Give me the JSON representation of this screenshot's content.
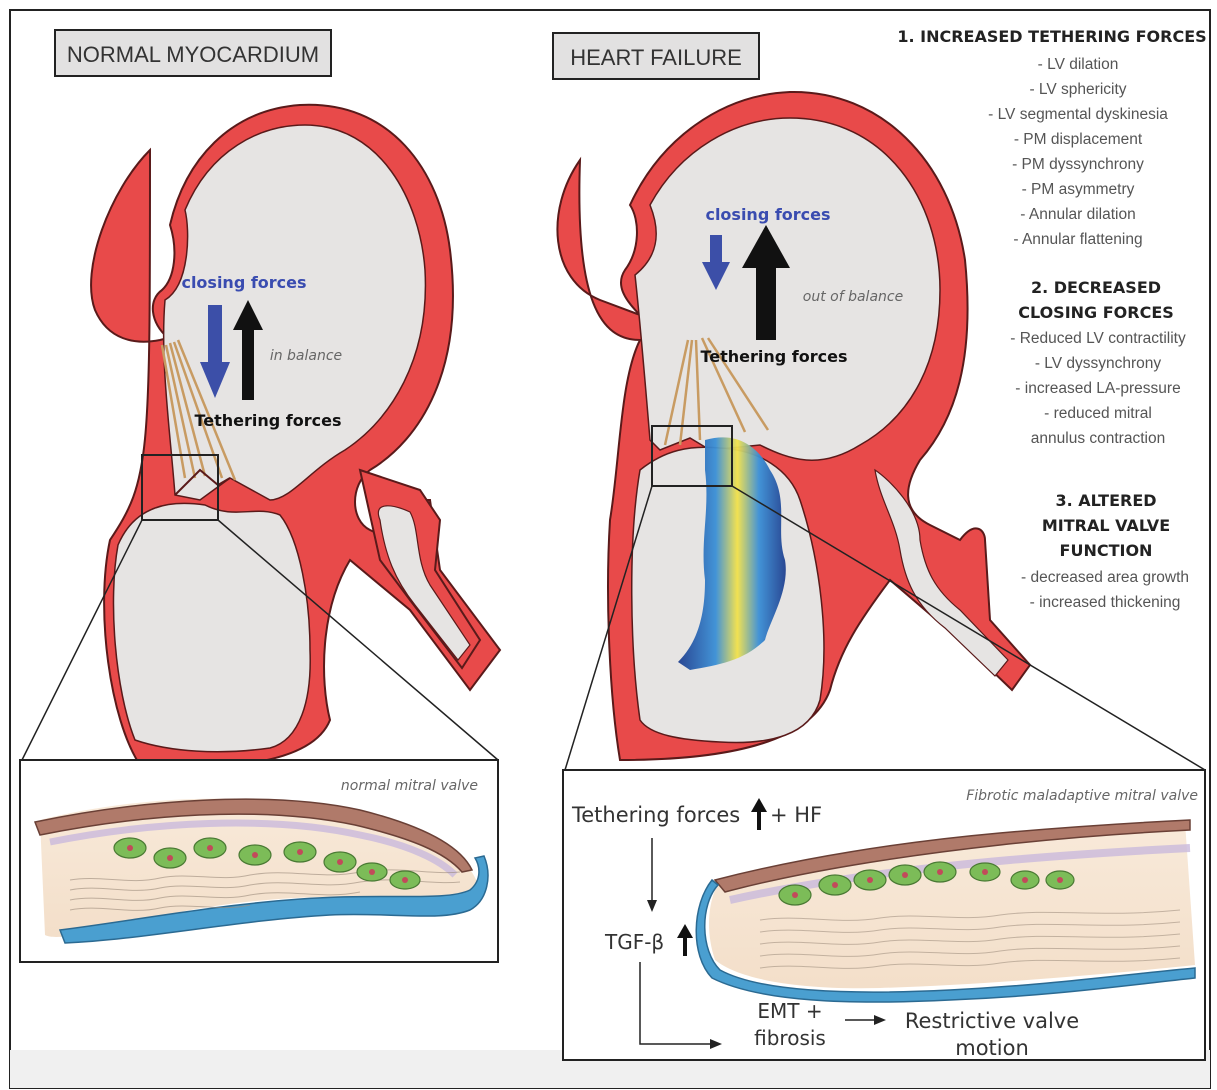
{
  "panels": {
    "normal": {
      "title": "NORMAL MYOCARDIUM",
      "closing_label": "closing forces",
      "tethering_label": "Tethering forces",
      "balance_label": "in balance",
      "inset_caption": "normal mitral valve"
    },
    "failure": {
      "title": "HEART FAILURE",
      "closing_label": "closing forces",
      "tethering_label": "Tethering forces",
      "balance_label": "out of balance",
      "inset_caption": "Fibrotic maladaptive mitral valve",
      "flow": {
        "step1": "Tethering forces",
        "step1_suffix": "+ HF",
        "step2": "TGF-β",
        "step3_line1": "EMT +",
        "step3_line2": "fibrosis",
        "step4_line1": "Restrictive valve",
        "step4_line2": "motion"
      }
    }
  },
  "mechanisms": [
    {
      "heading": [
        "1. INCREASED TETHERING  FORCES"
      ],
      "items": [
        "- LV  dilation",
        "- LV sphericity",
        "- LV segmental dyskinesia",
        "- PM displacement",
        "- PM dyssynchrony",
        "- PM asymmetry",
        "- Annular dilation",
        "- Annular flattening"
      ]
    },
    {
      "heading": [
        "2. DECREASED",
        "CLOSING  FORCES"
      ],
      "items": [
        "- Reduced LV contractility",
        "- LV dyssynchrony",
        "- increased LA-pressure",
        "- reduced mitral",
        "annulus contraction"
      ]
    },
    {
      "heading": [
        "3. ALTERED",
        "MITRAL VALVE",
        "FUNCTION"
      ],
      "items": [
        "- decreased area growth",
        "- increased thickening"
      ]
    }
  ],
  "colors": {
    "myocardium": "#e84a4a",
    "chamber": "#e6e4e3",
    "closing_arrow": "#3c4fa8",
    "closing_text": "#3a4cb0",
    "tethering_arrow": "#111111",
    "chordae": "#c89b62",
    "leaflet_top": "#b07a6a",
    "leaflet_bottom": "#4a9fd0",
    "leaflet_core": "#f5e2cc",
    "cells": "#7cbc58"
  }
}
